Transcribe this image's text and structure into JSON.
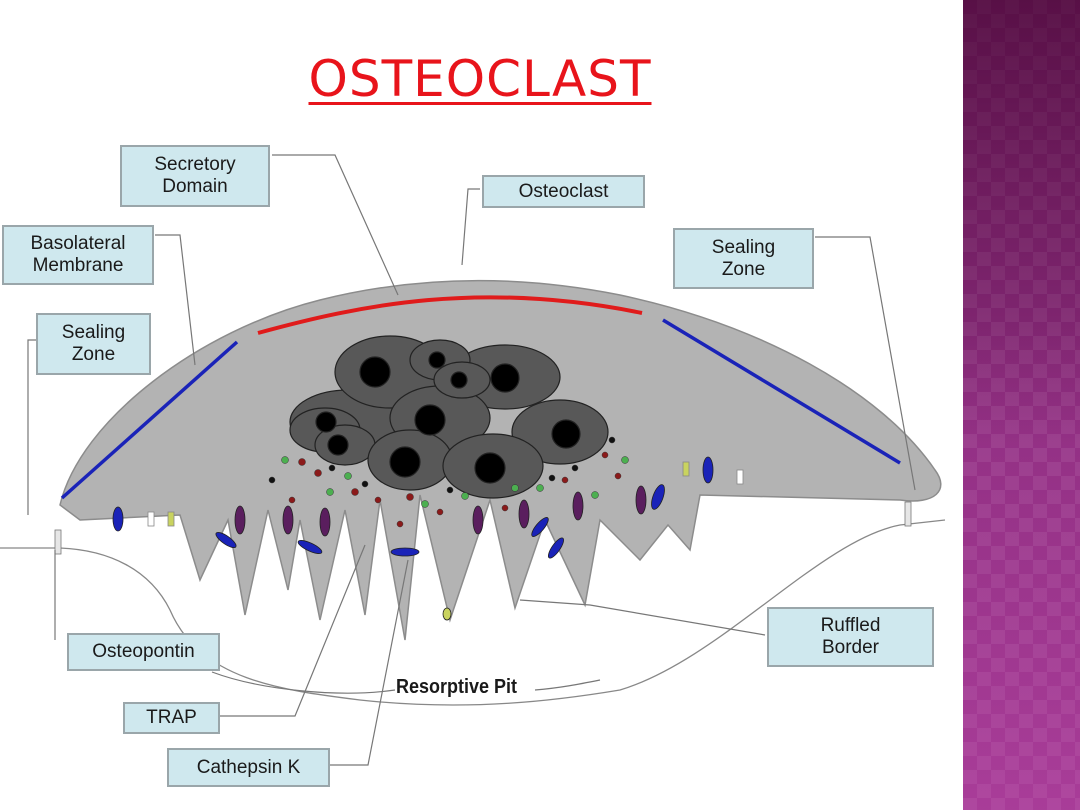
{
  "title": "OSTEOCLAST",
  "labels": {
    "secretory_domain": "Secretory\nDomain",
    "osteoclast": "Osteoclast",
    "basolateral_membrane": "Basolateral\nMembrane",
    "sealing_zone_left": "Sealing\nZone",
    "sealing_zone_right": "Sealing\nZone",
    "osteopontin": "Osteopontin",
    "trap": "TRAP",
    "cathepsin_k": "Cathepsin K",
    "ruffled_border": "Ruffled\nBorder",
    "resorptive_pit": "Resorptive Pit"
  },
  "colors": {
    "title": "#e8141b",
    "cell_body": "#b3b3b3",
    "nucleus": "#555555",
    "secretory_line": "#e01b1b",
    "sealing_line": "#1a23b8",
    "label_bg": "#cfe8ee",
    "side_band": "#8d2d7f"
  }
}
